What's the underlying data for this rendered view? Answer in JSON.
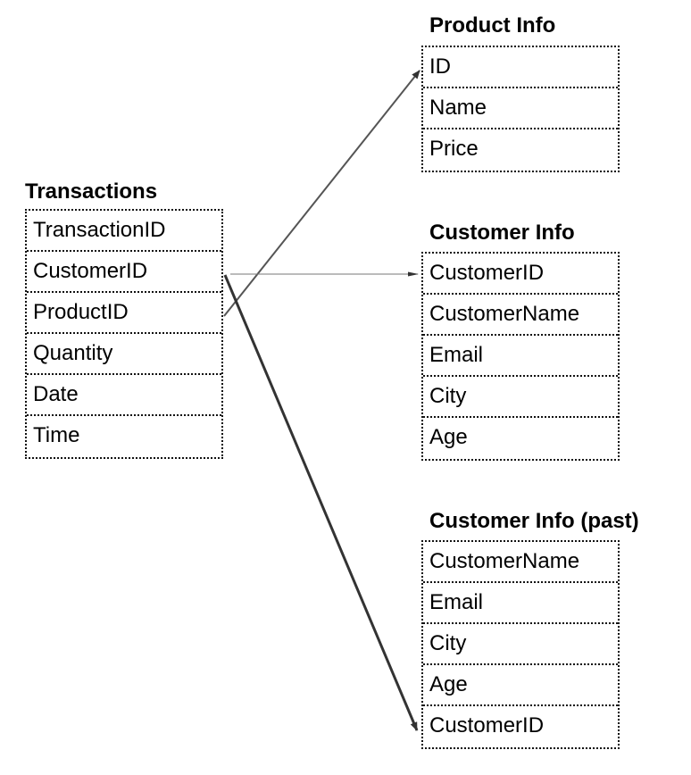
{
  "tables": {
    "transactions": {
      "title": "Transactions",
      "fields": [
        "TransactionID",
        "CustomerID",
        "ProductID",
        "Quantity",
        "Date",
        "Time"
      ]
    },
    "product_info": {
      "title": "Product Info",
      "fields": [
        "ID",
        "Name",
        "Price"
      ]
    },
    "customer_info": {
      "title": "Customer Info",
      "fields": [
        "CustomerID",
        "CustomerName",
        "Email",
        "City",
        "Age"
      ]
    },
    "customer_info_past": {
      "title": "Customer Info (past)",
      "fields": [
        "CustomerName",
        "Email",
        "City",
        "Age",
        "CustomerID"
      ]
    }
  },
  "relationships": [
    {
      "from": "Transactions.ProductID",
      "to": "Product Info.ID"
    },
    {
      "from": "Transactions.CustomerID",
      "to": "Customer Info.CustomerID"
    },
    {
      "from": "Transactions.CustomerID",
      "to": "Customer Info (past).CustomerID"
    }
  ],
  "colors": {
    "border": "#111111",
    "arrow": "#333333",
    "arrow_light": "#666666"
  }
}
